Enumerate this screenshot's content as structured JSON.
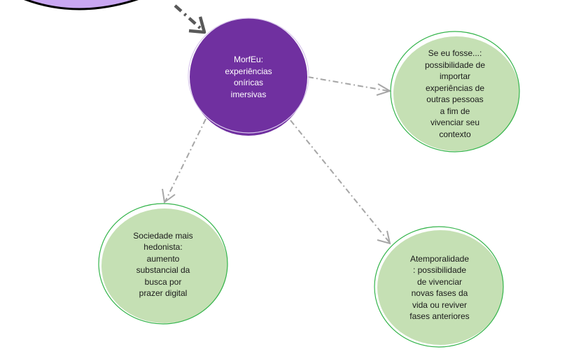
{
  "colors": {
    "center_fill": "#7030a0",
    "leaf_fill": "#c5e0b4",
    "leaf_stroke": "#33b44a",
    "connector": "#a6a6a6",
    "top_connector": "#595959",
    "partial_node_fill": "#c9a7f2"
  },
  "center": {
    "text": "MorfEu:\nexperiências\noníricas\nimersivas"
  },
  "leaves": [
    {
      "id": "se-eu-fosse",
      "text": "Se eu fosse...:\npossibilidade de\nimportar\nexperiências de\noutras pessoas\na fim de\nvivenciar seu\ncontexto"
    },
    {
      "id": "sociedade-hedonista",
      "text": "Sociedade mais\nhedonista:\naumento\nsubstancial da\nbusca por\nprazer digital"
    },
    {
      "id": "atemporalidade",
      "text": "Atemporalidade\n: possibilidade\nde vivenciar\nnovas fases da\nvida ou reviver\nfases anteriores"
    }
  ]
}
